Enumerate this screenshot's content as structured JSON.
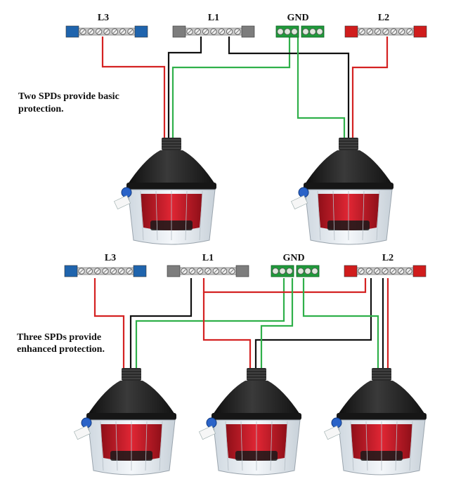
{
  "colors": {
    "L1": "#7d7d7d",
    "L2": "#d01c1c",
    "L3": "#1f64ad",
    "GND": "#1f9a3a",
    "wire_black": "#111111",
    "wire_red": "#d42222",
    "wire_green": "#2fb04a",
    "spd_body": "#1e1e1e",
    "spd_core": "#cc1f2c"
  },
  "top_section": {
    "caption_lines": [
      "Two SPDs provide basic",
      "protection."
    ],
    "bars": [
      {
        "key": "L3",
        "label": "L3"
      },
      {
        "key": "L1",
        "label": "L1"
      },
      {
        "key": "GND",
        "label": "GND"
      },
      {
        "key": "L2",
        "label": "L2"
      }
    ]
  },
  "bottom_section": {
    "caption_lines": [
      "Three SPDs provide",
      "enhanced protection."
    ],
    "bars": [
      {
        "key": "L3",
        "label": "L3"
      },
      {
        "key": "L1",
        "label": "L1"
      },
      {
        "key": "GND",
        "label": "GND"
      },
      {
        "key": "L2",
        "label": "L2"
      }
    ]
  }
}
